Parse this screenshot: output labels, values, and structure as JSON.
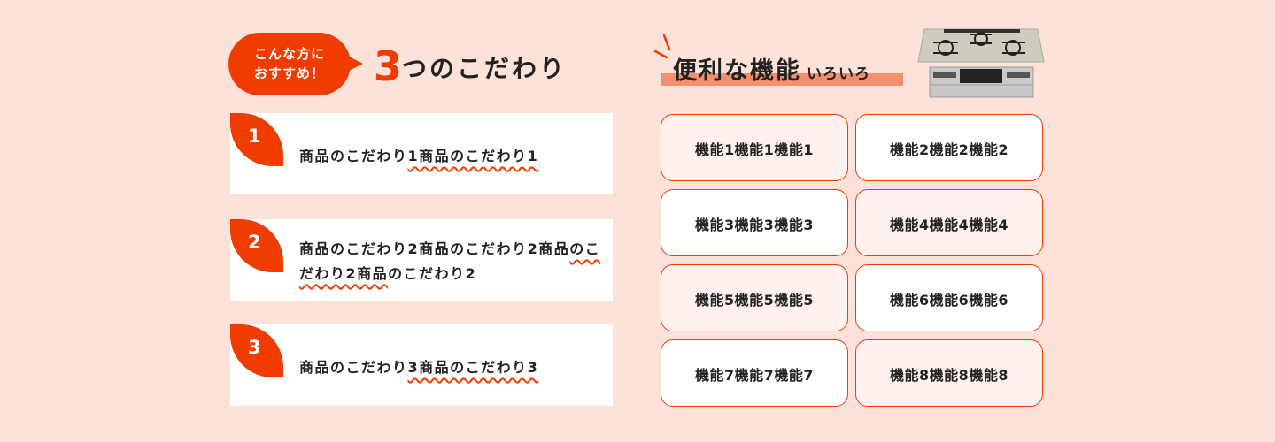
{
  "left": {
    "bubble": {
      "line1": "こんな方に",
      "line2": "おすすめ！"
    },
    "heading": {
      "number": "3",
      "text": "つのこだわり"
    },
    "items": [
      {
        "number": "1",
        "parts": [
          {
            "text": "商品のこだわり",
            "wavy": false
          },
          {
            "text": "1商品のこだわり1",
            "wavy": true
          }
        ]
      },
      {
        "number": "2",
        "parts": [
          {
            "text": "商品のこだわり2商品のこだわり2商品",
            "wavy": false
          },
          {
            "text": "のこだわり2商品",
            "wavy": true
          },
          {
            "text": "のこだわり2",
            "wavy": false
          }
        ]
      },
      {
        "number": "3",
        "parts": [
          {
            "text": "商品のこだわり",
            "wavy": false
          },
          {
            "text": "3商品のこだわり3",
            "wavy": true
          }
        ]
      }
    ]
  },
  "right": {
    "heading": {
      "main": "便利な機能",
      "sub": "いろいろ"
    },
    "image": "gas-stove-product-image",
    "features": [
      "機能1機能1機能1",
      "機能2機能2機能2",
      "機能3機能3機能3",
      "機能4機能4機能4",
      "機能5機能5機能5",
      "機能6機能6機能6",
      "機能7機能7機能7",
      "機能8機能8機能8"
    ]
  },
  "colors": {
    "accent": "#f03c00",
    "bar": "#f5906e",
    "background": "#fde2da",
    "card_pink": "#fff1ed"
  }
}
